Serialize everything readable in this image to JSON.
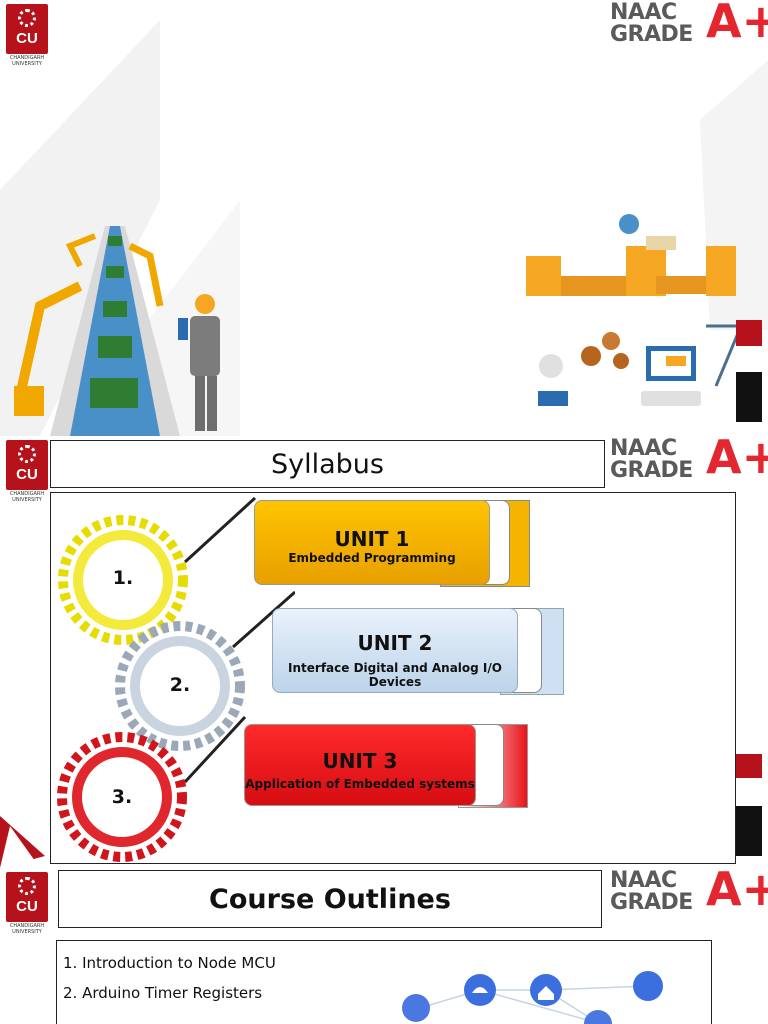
{
  "logo": {
    "abbr": "CU",
    "subtitle": "CHANDIGARH UNIVERSITY",
    "accreditation_line1": "NAAC",
    "accreditation_line2": "GRADE",
    "accreditation_grade": "A+"
  },
  "slide2": {
    "title": "Syllabus",
    "units": [
      {
        "number": "1.",
        "title": "UNIT 1",
        "subtitle": "Embedded Programming"
      },
      {
        "number": "2.",
        "title": "UNIT 2",
        "subtitle": "Interface Digital and Analog I/O Devices"
      },
      {
        "number": "3.",
        "title": "UNIT 3",
        "subtitle": "Application of Embedded systems"
      }
    ]
  },
  "slide3": {
    "title": "Course Outlines",
    "items": [
      "1. Introduction to Node MCU",
      "2. Arduino Timer Registers"
    ]
  },
  "colors": {
    "brand_red": "#b5121b",
    "naac_red": "#e3262f",
    "unit1": "#f5b400",
    "unit2": "#cfe0f2",
    "unit3": "#e8141a"
  }
}
